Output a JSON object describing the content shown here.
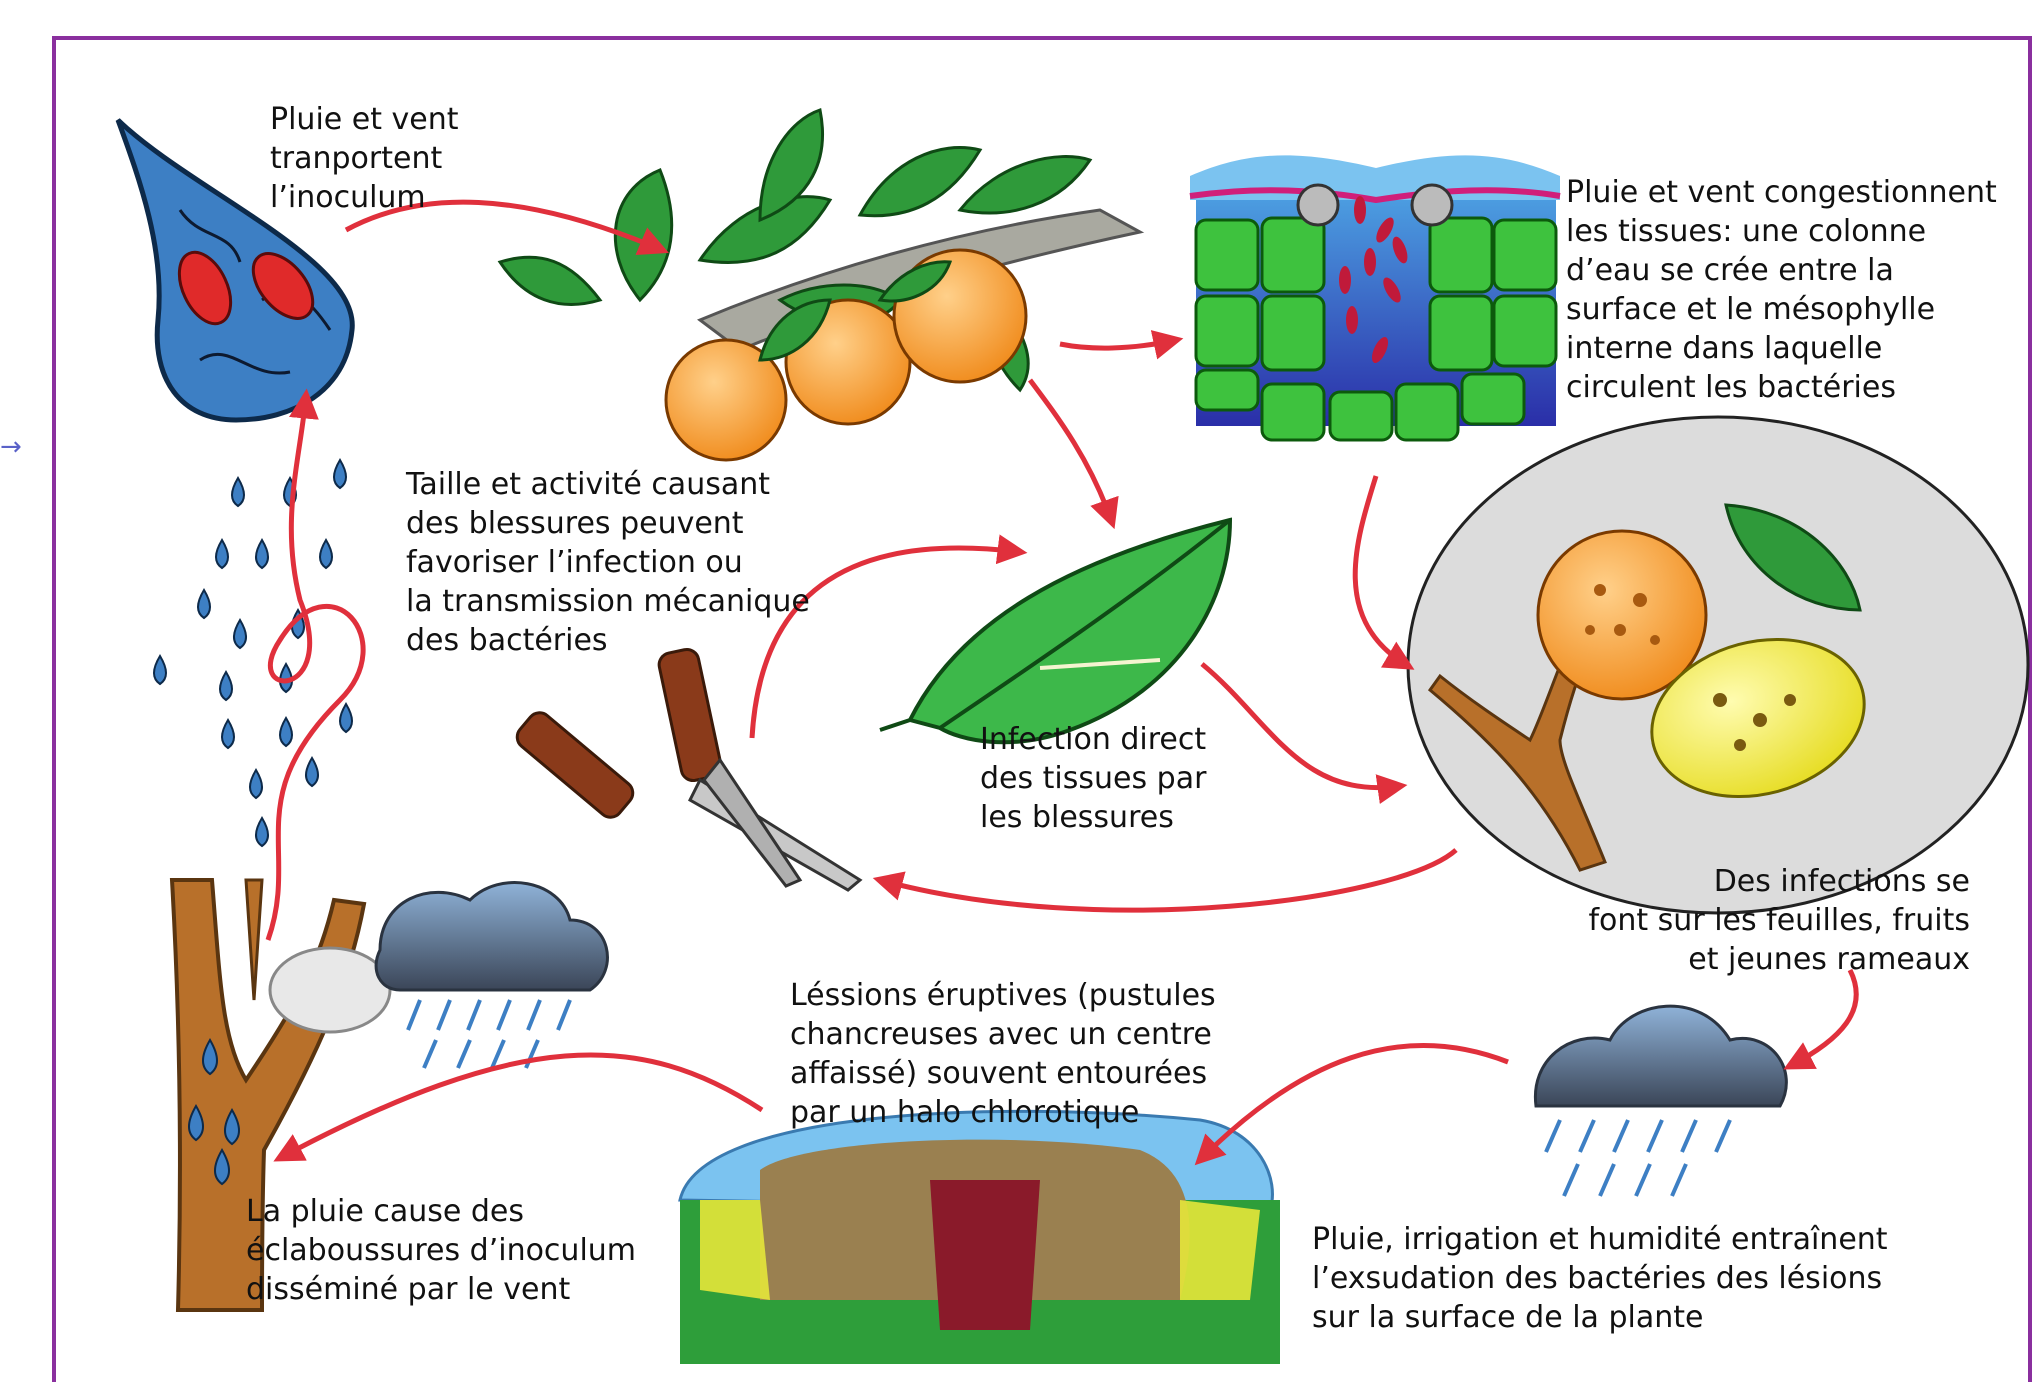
{
  "colors": {
    "frame": "#8a2f9e",
    "arrow": "#e0303c",
    "leaf": "#2f9a3a",
    "orange": "#f39a2a",
    "lemon": "#f2ea3c",
    "water": "#3d7fc4",
    "bark": "#b8702a",
    "cloud": "#5d7088"
  },
  "icons": {
    "side_arrow": "→"
  },
  "labels": {
    "rain_wind_transport": "Pluie et vent\ntranportent\nl’inoculum",
    "rain_wind_congest": "Pluie et vent congestionnent\nles tissues: une colonne\nd’eau se crée entre la\nsurface et le mésophylle\ninterne dans laquelle\ncirculent les bactéries",
    "pruning": "Taille et activité causant\ndes blessures peuvent\nfavoriser l’infection ou\nla transmission mécanique\ndes bactéries",
    "direct_infection": "Infection direct\ndes tissues par\nles blessures",
    "infections_sites": "Des infections se\nfont sur les feuilles, fruits\net jeunes rameaux",
    "eruptive_lesions": "Léssions éruptives (pustules\nchancreuses avec un centre\naffaissé) souvent entourées\npar un halo chlorotique",
    "splash_inoculum": "La pluie cause des\néclaboussures d’inoculum\ndisséminé par le vent",
    "exudation": "Pluie, irrigation et humidité entraînent\nl’exsudation des bactéries des lésions\nsur la surface de la plante"
  }
}
